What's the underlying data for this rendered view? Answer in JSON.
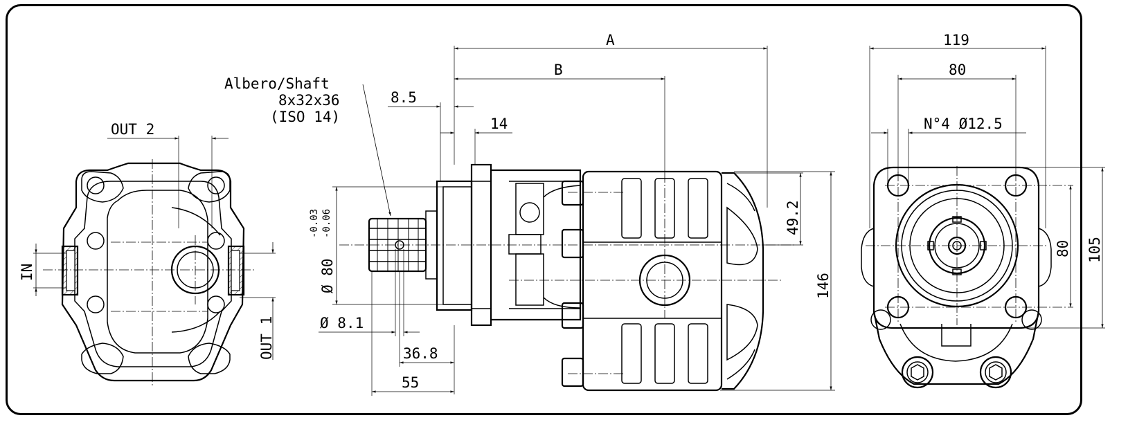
{
  "dimensions": {
    "A": "A",
    "B": "B",
    "d119": "119",
    "d80_top": "80",
    "holes": "N°4 Ø12.5",
    "d8_5": "8.5",
    "d14": "14",
    "d49_2": "49.2",
    "d146": "146",
    "d80_side": "80",
    "d105": "105",
    "d8_1": "Ø 8.1",
    "d36_8": "36.8",
    "d55": "55",
    "pilot_base": "Ø 80",
    "pilot_tol_upper": "-0.03",
    "pilot_tol_lower": "-0.06"
  },
  "shaft_label": {
    "line1": "Albero/Shaft",
    "line2": "8x32x36",
    "line3": "(ISO 14)"
  },
  "ports": {
    "in": "IN",
    "out1": "OUT 1",
    "out2": "OUT 2"
  },
  "colors": {
    "line": "#000000",
    "background": "#ffffff"
  }
}
